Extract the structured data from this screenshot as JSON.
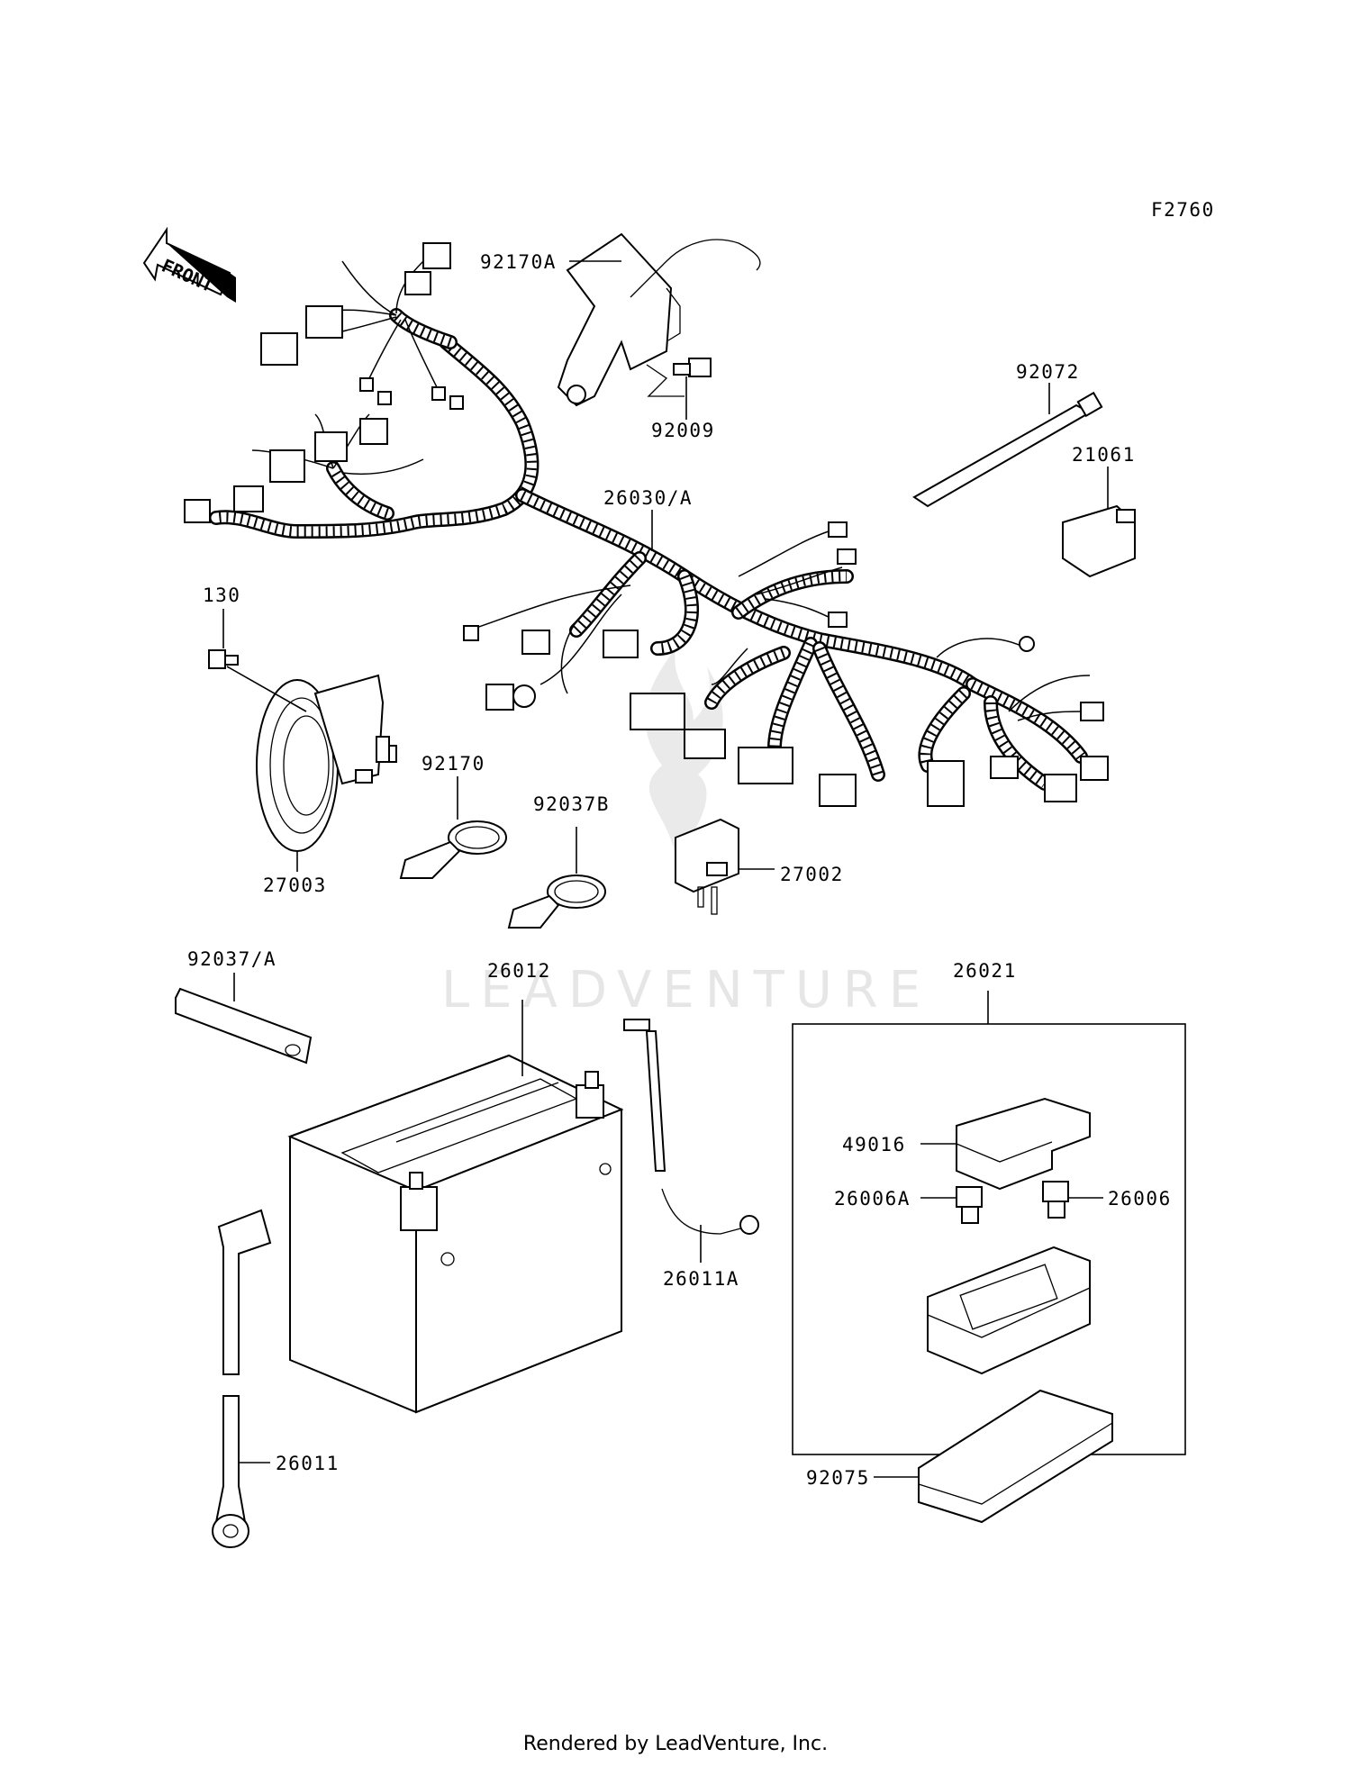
{
  "diagram_code": "F2760",
  "front_arrow_text": "FRONT",
  "watermark": "LEADVENTURE",
  "callouts": {
    "p92170A": "92170A",
    "p92009": "92009",
    "p92072": "92072",
    "p21061": "21061",
    "p26030A": "26030/A",
    "p130": "130",
    "p92170": "92170",
    "p92037B": "92037B",
    "p27002": "27002",
    "p27003": "27003",
    "p92037A": "92037/A",
    "p26012": "26012",
    "p26021": "26021",
    "p49016": "49016",
    "p26006A": "26006A",
    "p26006": "26006",
    "p26011A": "26011A",
    "p26011": "26011",
    "p92075": "92075"
  },
  "footer": "Rendered by LeadVenture, Inc."
}
